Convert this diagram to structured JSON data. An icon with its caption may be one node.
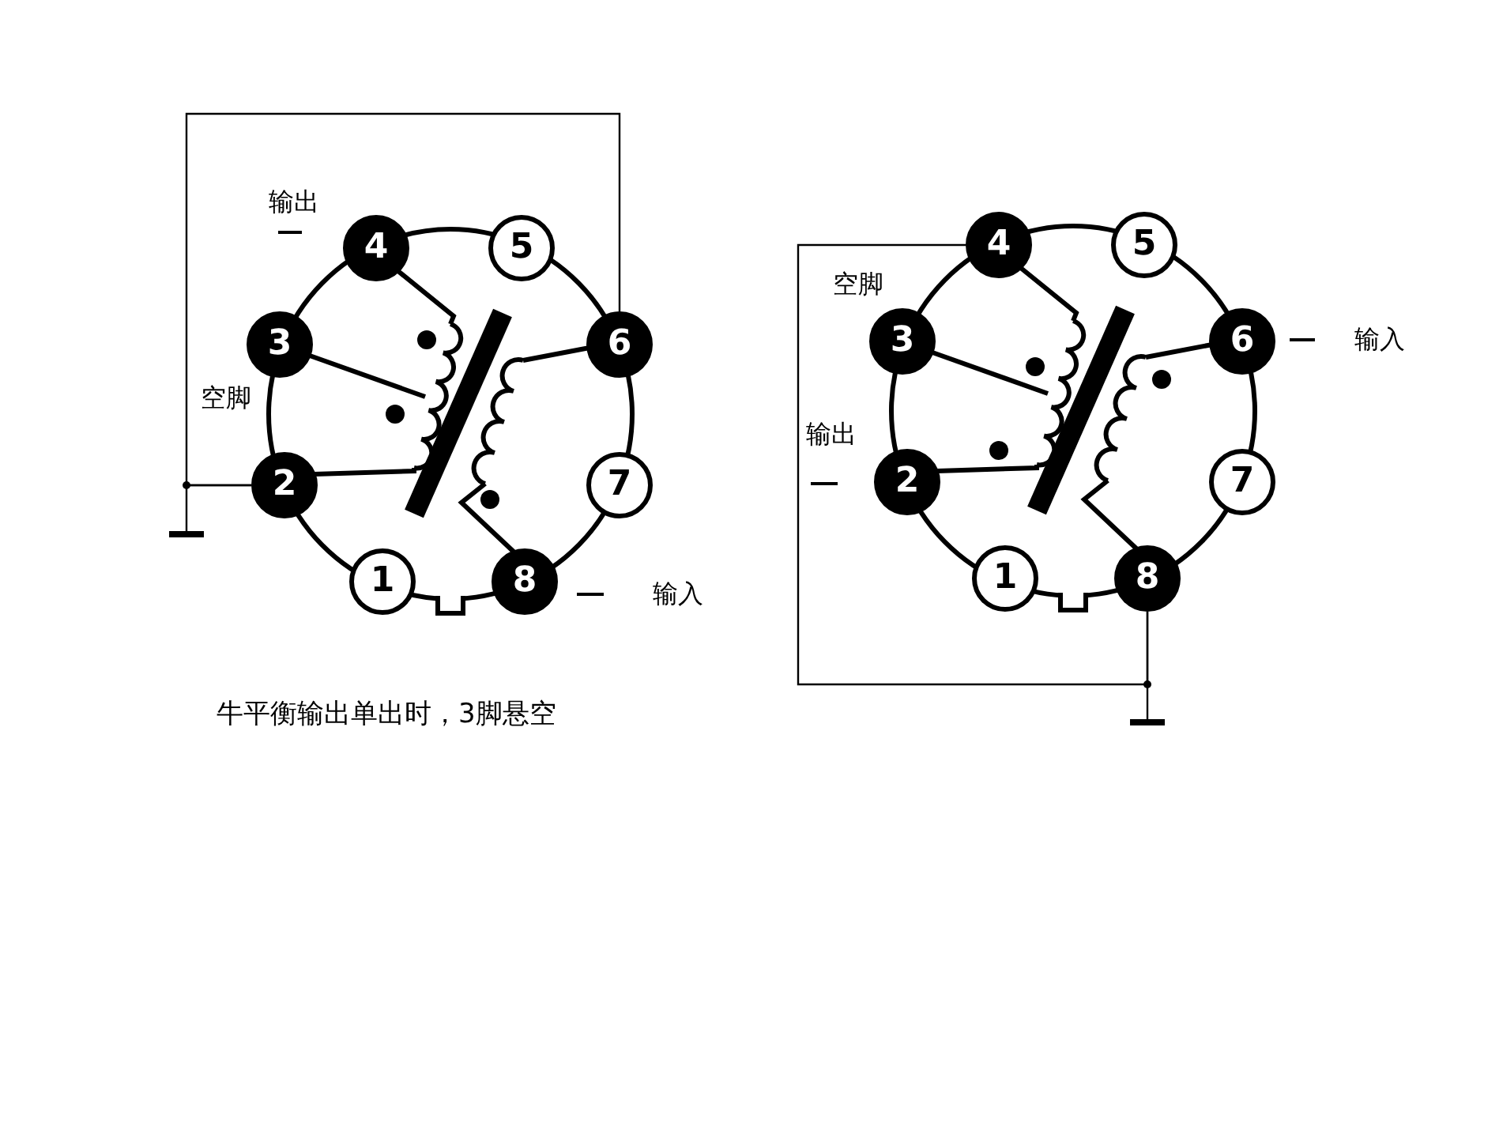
{
  "diagram": {
    "caption": "牛平衡输出单出时，3脚悬空",
    "nodes": [
      {
        "text": [
          "1"
        ]
      },
      {
        "text": [
          "2"
        ]
      },
      {
        "text": [
          "3"
        ]
      },
      {
        "text": [
          "4"
        ]
      },
      {
        "text": [
          "5"
        ]
      },
      {
        "text": [
          "6"
        ]
      },
      {
        "text": [
          "7"
        ]
      },
      {
        "text": [
          "8"
        ]
      },
      {
        "text": [],
        "shape": "bar"
      },
      {
        "text": [
          "1"
        ]
      },
      {
        "text": [
          "2"
        ]
      },
      {
        "text": [
          "3"
        ]
      },
      {
        "text": [
          "4"
        ]
      },
      {
        "text": [
          "5"
        ]
      },
      {
        "text": [
          "6"
        ]
      },
      {
        "text": [
          "7"
        ]
      },
      {
        "text": [
          "8"
        ]
      },
      {
        "text": [],
        "shape": "bar"
      }
    ],
    "edges": [
      {
        "from": 5,
        "to": 1,
        "arrow": "none"
      },
      {
        "from": 1,
        "to": 8,
        "arrow": "none"
      },
      {
        "from": 12,
        "to": 16,
        "arrow": "none"
      },
      {
        "from": 16,
        "to": 17,
        "arrow": "none"
      }
    ],
    "labels": [
      "输出",
      "空脚",
      "输入",
      "空脚",
      "输出",
      "输入"
    ]
  }
}
